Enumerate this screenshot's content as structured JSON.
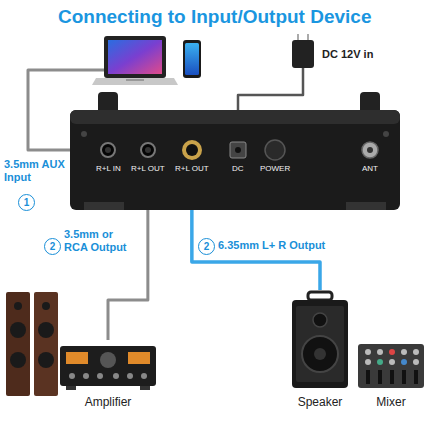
{
  "diagram": {
    "title": "Connecting to Input/Output Device",
    "nodes": [
      {
        "text": [
          "R+L IN",
          "R+L OUT",
          "R+L OUT",
          "DC",
          "POWER",
          "ANT"
        ]
      },
      {
        "text": [
          "Amplifier"
        ]
      },
      {
        "text": [
          "Speaker"
        ]
      },
      {
        "text": [
          "Mixer"
        ]
      }
    ],
    "edges": [
      {
        "from": 0,
        "to": 1,
        "arrow": "none"
      },
      {
        "from": 0,
        "to": 2,
        "arrow": "none"
      }
    ],
    "labels": [
      "3.5mm AUX Input",
      "1",
      "DC 12V in",
      "2",
      "3.5mm or RCA Output",
      "2",
      "6.35mm L+ R Output"
    ]
  }
}
